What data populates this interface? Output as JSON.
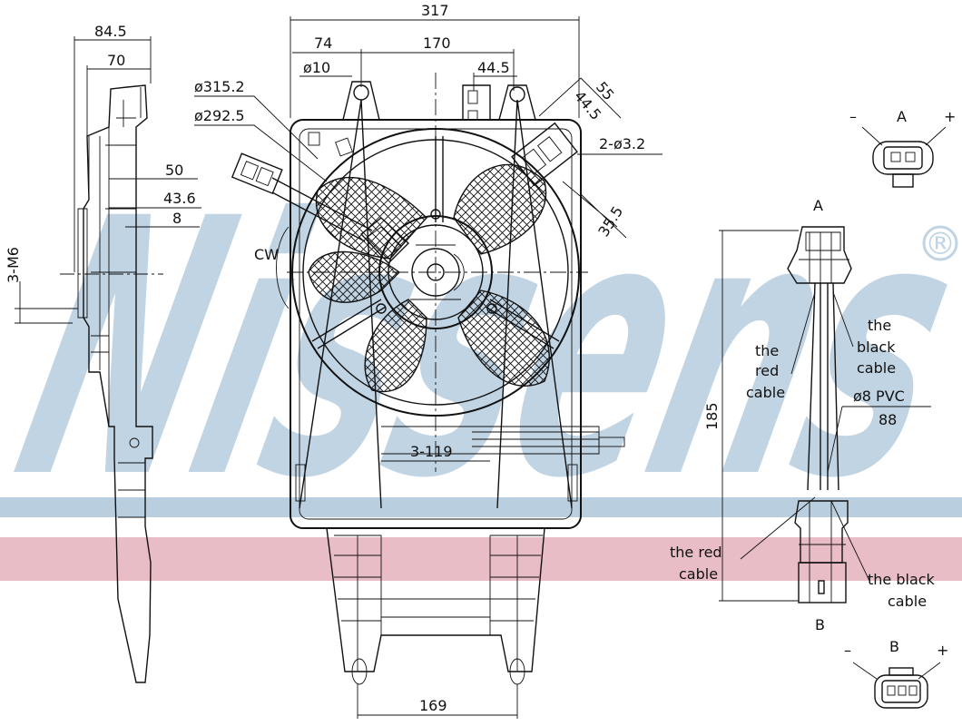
{
  "watermark": {
    "text": "Nissens",
    "registered": "®",
    "band_blue": "#b9cfe0",
    "band_pink": "#e9bdc6",
    "letter_color": "#c0d4e4"
  },
  "dimensions": {
    "side_84_5": "84.5",
    "side_70": "70",
    "side_50": "50",
    "side_43_6": "43.6",
    "side_8": "8",
    "side_3m6": "3-M6",
    "top_317": "317",
    "top_74": "74",
    "top_170": "170",
    "dia_10": "ø10",
    "top_44_5": "44.5",
    "dia_315_2": "ø315.2",
    "dia_292_5": "ø292.5",
    "angle_55": "55",
    "angle_44_5": "44.5",
    "holes_2_3_2": "2-ø3.2",
    "angle_35_5": "35.5",
    "rotation": "CW",
    "bolt_3_119": "3-119",
    "bottom_169": "169",
    "cable_185": "185",
    "cable_pvc": "ø8 PVC",
    "cable_88": "88"
  },
  "connector_a": {
    "letter": "A",
    "minus": "–",
    "plus": "+"
  },
  "connector_b": {
    "letter": "B",
    "minus": "–",
    "plus": "+"
  },
  "cable_labels": {
    "end_a": "A",
    "end_b": "B",
    "red_top_1": "the",
    "red_top_2": "red",
    "red_top_3": "cable",
    "black_top_1": "the",
    "black_top_2": "black",
    "black_top_3": "cable",
    "red_bottom_1": "the red",
    "red_bottom_2": "cable",
    "black_bottom_1": "the black",
    "black_bottom_2": "cable"
  }
}
